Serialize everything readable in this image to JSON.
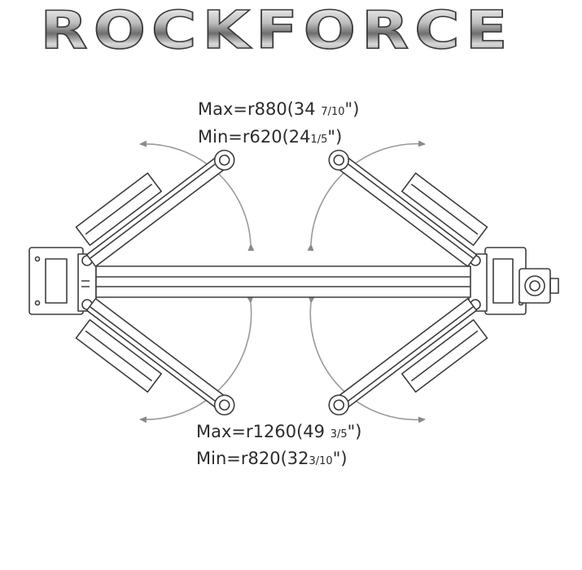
{
  "brand": {
    "logo_text": "ROCKFORCE"
  },
  "labels": {
    "top_max": {
      "prefix": "Max=r880(34 ",
      "frac": "7/10",
      "suffix": "\")"
    },
    "top_min": {
      "prefix": "Min=r620(24",
      "frac": "1/5",
      "suffix": "\")"
    },
    "bottom_max": {
      "prefix": "Max=r1260(49 ",
      "frac": "3/5",
      "suffix": "\")"
    },
    "bottom_min": {
      "prefix": "Min=r820(32",
      "frac": "3/10",
      "suffix": "\")"
    }
  },
  "colors": {
    "line": "#3d3d3d",
    "arc": "#9a9a9a"
  }
}
